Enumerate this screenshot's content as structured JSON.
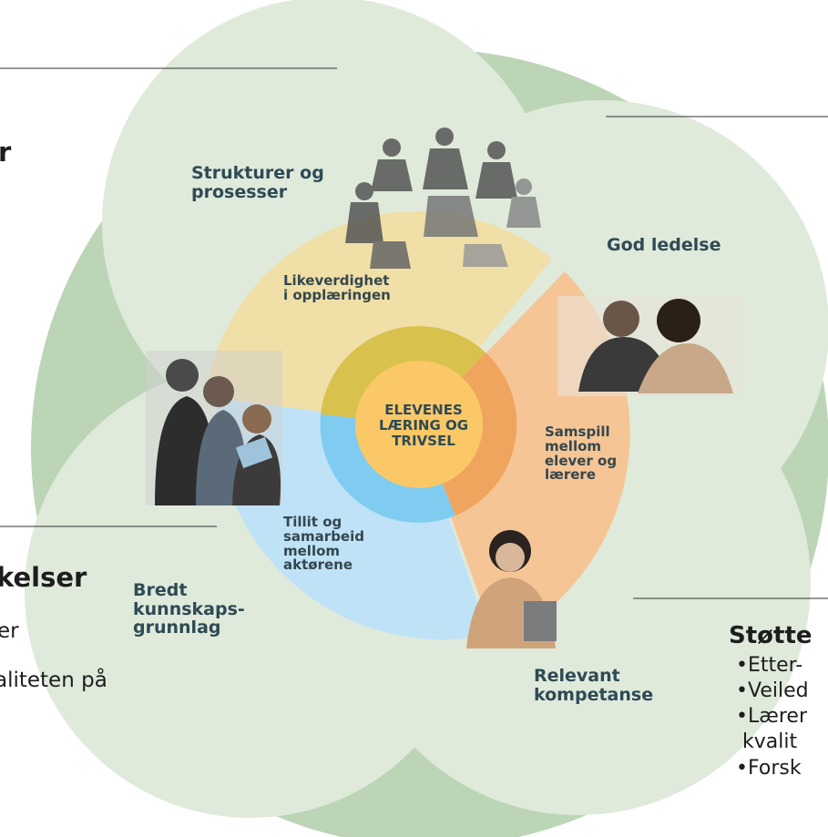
{
  "center": {
    "lines": [
      "ELEVENES",
      "LÆRING OG",
      "TRIVSEL"
    ]
  },
  "petals": {
    "strukturer": [
      "Strukturer og",
      "prosesser"
    ],
    "ledelse": [
      "God ledelse"
    ],
    "kompetanse": [
      "Relevant",
      "kompetanse"
    ],
    "kunnskap": [
      "Bredt",
      "kunnskaps-",
      "grunnlag"
    ]
  },
  "segments": {
    "likeverdighet": [
      "Likeverdighet",
      "i opplæringen"
    ],
    "samspill": [
      "Samspill",
      "mellom",
      "elever og",
      "lærere"
    ],
    "tillit": [
      "Tillit og",
      "samarbeid",
      "mellom",
      "aktørene"
    ]
  },
  "left_panel": {
    "heading_tail": "r",
    "heading2_tail": "kelser",
    "line1_tail": "er",
    "line2_tail": "aliteten på"
  },
  "right_panel": {
    "heading": "Støtte",
    "items": [
      "Etter-",
      "Veiled",
      "Lærer",
      "kvalit",
      "Forsk"
    ]
  },
  "colors": {
    "blob": "#dde8d8",
    "blob_outer": "#b9d3b5",
    "yellow": "#f0dfa6",
    "orange": "#f6c596",
    "blue": "#bfe2f7",
    "ring_yellow": "#dcc249",
    "ring_orange": "#efa55e",
    "ring_blue": "#7fcbf0",
    "core": "#fbc867",
    "text": "#2e4a55"
  },
  "icons": [
    "students-photo",
    "teachers-photo",
    "colleagues-photo",
    "teacher-woman-photo"
  ]
}
